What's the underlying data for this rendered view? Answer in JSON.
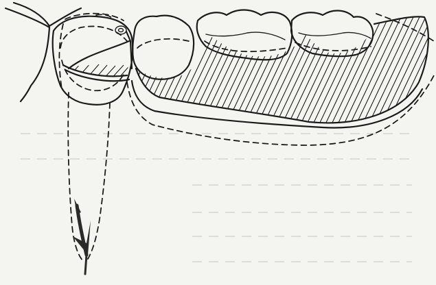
{
  "figure": {
    "background_color": "#f4f4f1",
    "ink_color": "#1b1b1b",
    "arrow_color": "#2a2a2a",
    "elements": [
      "abutment-tooth",
      "premolar-crown",
      "molar-crown",
      "second-molar-crown",
      "denture-saddle-hatched",
      "clasp-arm",
      "rest-loop",
      "root-outline-dashed",
      "path-of-removal-arrow"
    ]
  }
}
